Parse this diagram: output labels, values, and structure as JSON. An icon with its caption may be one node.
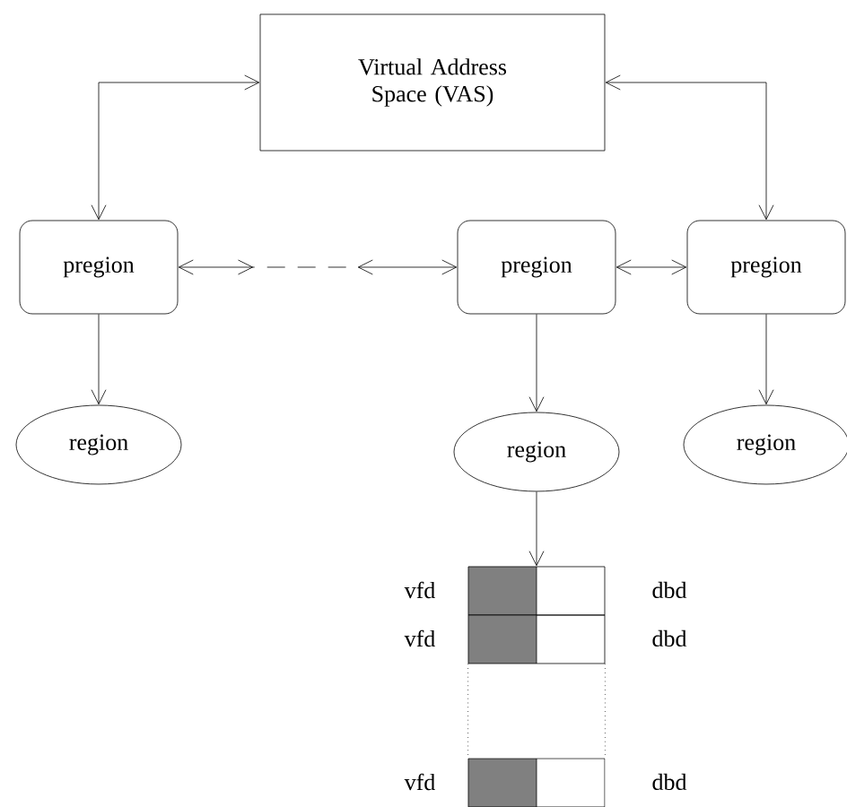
{
  "diagram": {
    "nodes": [
      {
        "text": [
          "Virtual Address Space (VAS)"
        ]
      },
      {
        "text": [
          "pregion"
        ]
      },
      {
        "text": [
          "pregion"
        ]
      },
      {
        "text": [
          "pregion"
        ]
      },
      {
        "text": [
          "region"
        ]
      },
      {
        "text": [
          "region"
        ]
      },
      {
        "text": [
          "region"
        ]
      },
      {
        "text": [],
        "shape": "box"
      },
      {
        "text": [],
        "shape": "box"
      },
      {
        "text": [],
        "shape": "box"
      }
    ],
    "edges": [
      {
        "from": 0,
        "to": 1,
        "arrow": "both"
      },
      {
        "from": 0,
        "to": 3,
        "arrow": "both"
      },
      {
        "from": 1,
        "to": 2,
        "arrow": "both",
        "style": "dashed"
      },
      {
        "from": 2,
        "to": 3,
        "arrow": "both"
      },
      {
        "from": 1,
        "to": 4,
        "arrow": "to"
      },
      {
        "from": 2,
        "to": 5,
        "arrow": "to"
      },
      {
        "from": 3,
        "to": 6,
        "arrow": "to"
      },
      {
        "from": 5,
        "to": 7,
        "arrow": "to"
      },
      {
        "from": 8,
        "to": 9,
        "arrow": "none",
        "style": "dashed"
      },
      {
        "from": 8,
        "to": 9,
        "arrow": "none",
        "style": "dashed"
      }
    ],
    "labels": [
      "vfd",
      "dbd",
      "vfd",
      "dbd",
      "vfd",
      "dbd"
    ]
  }
}
